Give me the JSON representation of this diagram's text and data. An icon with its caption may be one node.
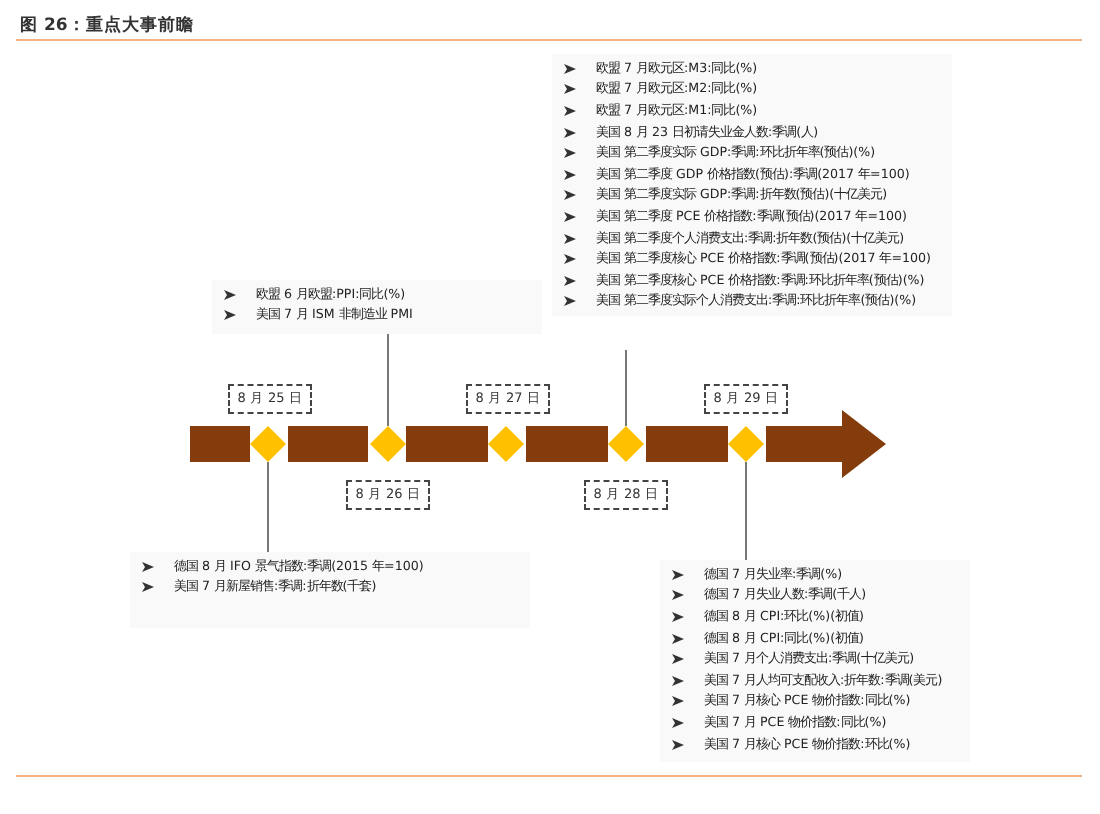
{
  "diagram": {
    "title": "图 26：重点大事前瞻",
    "nodes": [
      {
        "text": [
          "8 月 25 日"
        ]
      },
      {
        "text": [],
        "shape": "diamond"
      },
      {
        "text": [
          "8 月 26 日"
        ]
      },
      {
        "text": [],
        "shape": "diamond"
      },
      {
        "text": [
          "8 月 27 日"
        ]
      },
      {
        "text": [],
        "shape": "diamond"
      },
      {
        "text": [
          "8 月 28 日"
        ]
      },
      {
        "text": [],
        "shape": "diamond"
      },
      {
        "text": [
          "8 月 29 日"
        ]
      },
      {
        "text": [],
        "shape": "diamond"
      },
      {
        "text": [
          "欧盟 6 月欧盟:PPI:同比(%)",
          "美国 7 月 ISM 非制造业 PMI"
        ]
      },
      {
        "text": [
          "欧盟 7 月欧元区:M3:同比(%)",
          "欧盟 7 月欧元区:M2:同比(%)",
          "欧盟 7 月欧元区:M1:同比(%)",
          "美国 8 月 23 日初请失业金人数:季调(人)",
          "美国 第二季度实际 GDP:季调:环比折年率(预估)(%)",
          "美国 第二季度 GDP 价格指数(预估):季调(2017 年=100)",
          "美国 第二季度实际 GDP:季调:折年数(预估)(十亿美元)",
          "美国 第二季度 PCE 价格指数:季调(预估)(2017 年=100)",
          "美国 第二季度个人消费支出:季调:折年数(预估)(十亿美元)",
          "美国 第二季度核心 PCE 价格指数:季调(预估)(2017 年=100)",
          "美国 第二季度核心 PCE 价格指数:季调:环比折年率(预估)(%)",
          "美国 第二季度实际个人消费支出:季调:环比折年率(预估)(%)"
        ]
      },
      {
        "text": [
          "德国 8 月 IFO 景气指数:季调(2015 年=100)",
          "美国 7 月新屋销售:季调:折年数(千套)"
        ]
      },
      {
        "text": [
          "德国 7 月失业率:季调(%)",
          "德国 7 月失业人数:季调(千人)",
          "德国 8 月 CPI:环比(%)(初值)",
          "德国 8 月 CPI:同比(%)(初值)",
          "美国 7 月个人消费支出:季调(十亿美元)",
          "美国 7 月人均可支配收入:折年数:季调(美元)",
          "美国 7 月核心 PCE 物价指数:同比(%)",
          "美国 7 月 PCE 物价指数:同比(%)",
          "美国 7 月核心 PCE 物价指数:环比(%)"
        ]
      }
    ],
    "edges": [
      {
        "from": 10,
        "to": 3,
        "arrow": "none"
      },
      {
        "from": 12,
        "to": 1,
        "arrow": "none"
      },
      {
        "from": 11,
        "to": 7,
        "arrow": "none"
      },
      {
        "from": 13,
        "to": 9,
        "arrow": "none"
      }
    ]
  }
}
